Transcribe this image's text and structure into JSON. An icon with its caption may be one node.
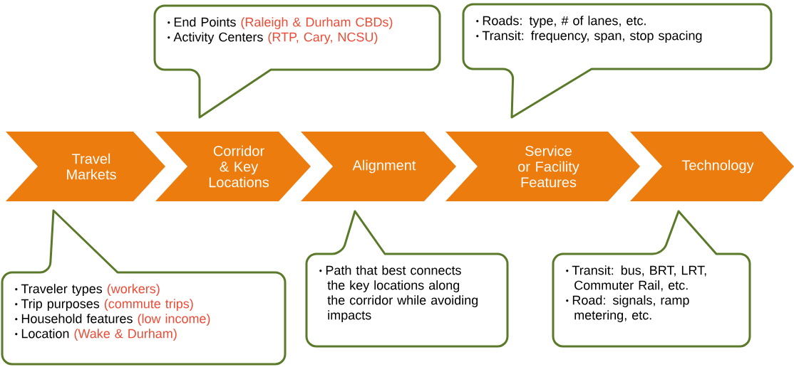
{
  "diagram": {
    "nodes": [
      {
        "text": [
          "End Points",
          "(Raleigh & Durham CBDs)",
          "Activity Centers",
          "(RTP, Cary, NCSU)"
        ]
      },
      {
        "text": [
          "Roads: type, # of lanes, etc.",
          "Transit: frequency, span, stop spacing"
        ]
      },
      {
        "text": [
          "Travel Markets"
        ]
      },
      {
        "text": [
          "Corridor & Key Locations"
        ]
      },
      {
        "text": [
          "Alignment"
        ]
      },
      {
        "text": [
          "Service or Facility Features"
        ]
      },
      {
        "text": [
          "Technology"
        ]
      },
      {
        "text": [
          "Traveler types",
          "(workers)",
          "Trip purposes",
          "(commute trips)",
          "Household features",
          "(low income)",
          "Location",
          "(Wake & Durham)"
        ]
      },
      {
        "text": [
          "Path that best connects the key locations along the corridor while avoiding impacts"
        ]
      },
      {
        "text": [
          "Transit:  bus, BRT, LRT, Commuter Rail, etc.",
          "Road:  signals, ramp metering, etc."
        ]
      }
    ]
  }
}
